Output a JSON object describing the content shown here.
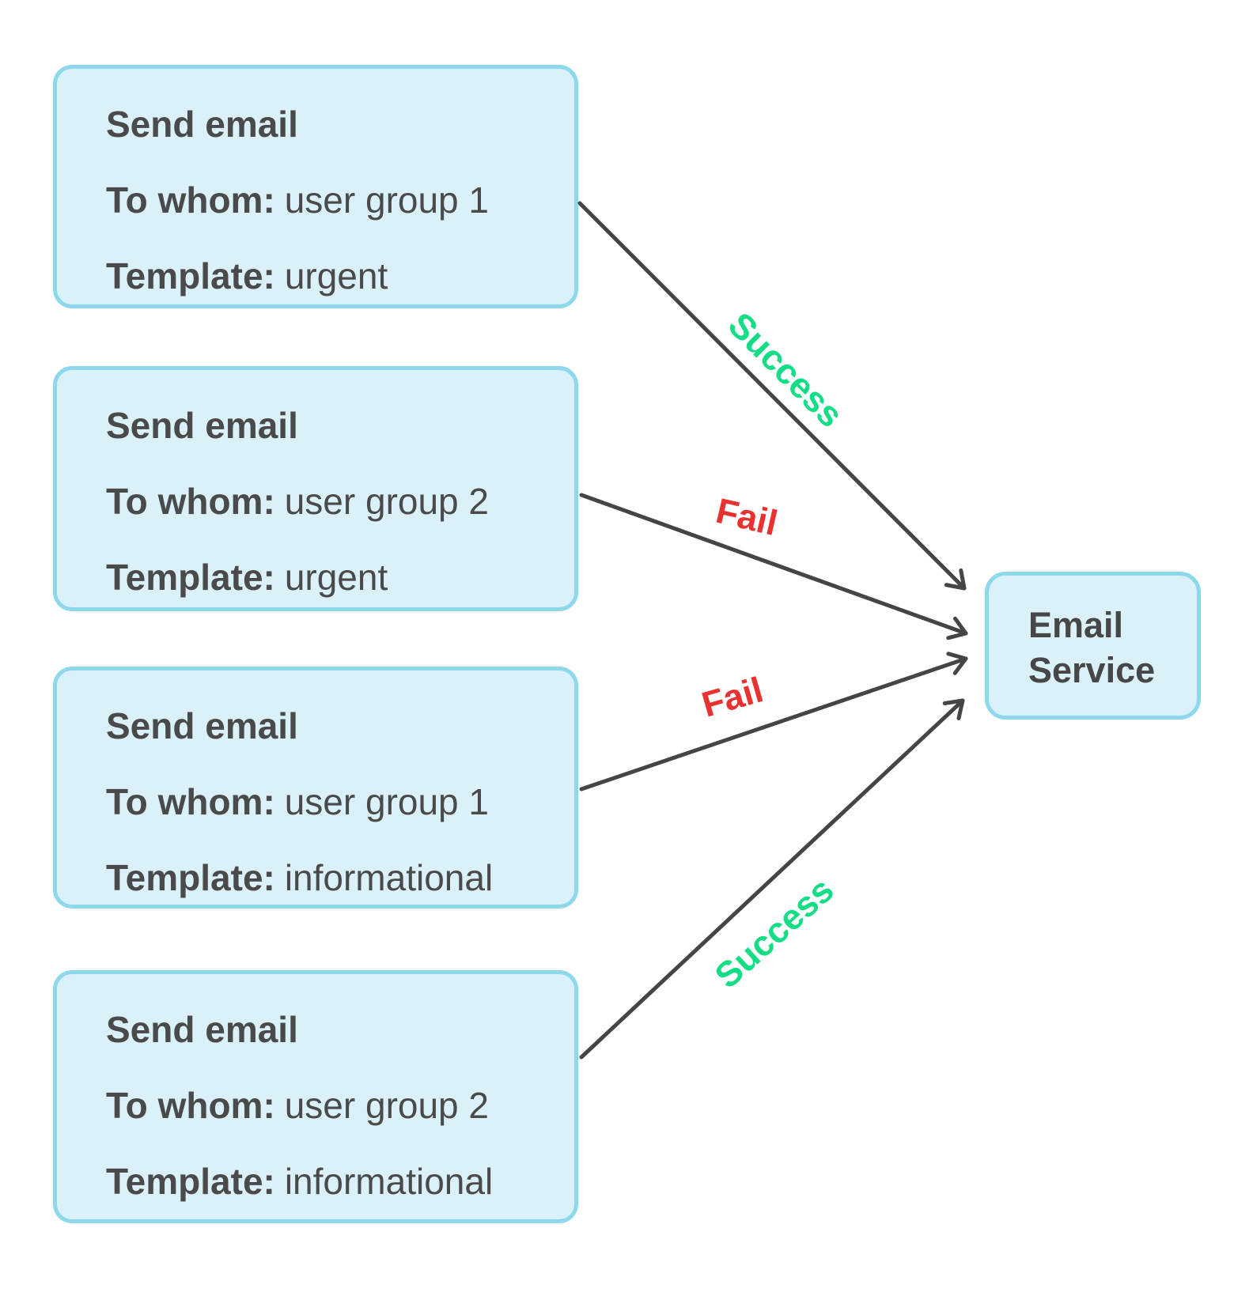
{
  "diagram": {
    "boxes": [
      {
        "title": "Send email",
        "to_label": "To whom:",
        "to_value": "user group 1",
        "template_label": "Template:",
        "template_value": "urgent"
      },
      {
        "title": "Send email",
        "to_label": "To whom:",
        "to_value": "user group 2",
        "template_label": "Template:",
        "template_value": "urgent"
      },
      {
        "title": "Send email",
        "to_label": "To whom:",
        "to_value": "user group 1",
        "template_label": "Template:",
        "template_value": "informational"
      },
      {
        "title": "Send email",
        "to_label": "To whom:",
        "to_value": "user group 2",
        "template_label": "Template:",
        "template_value": "informational"
      }
    ],
    "service": {
      "label": "Email Service"
    },
    "arrows": [
      {
        "label": "Success",
        "status": "success",
        "from_box": 1,
        "to": "Email Service"
      },
      {
        "label": "Fail",
        "status": "fail",
        "from_box": 2,
        "to": "Email Service"
      },
      {
        "label": "Fail",
        "status": "fail",
        "from_box": 3,
        "to": "Email Service"
      },
      {
        "label": "Success",
        "status": "success",
        "from_box": 4,
        "to": "Email Service"
      }
    ],
    "colors": {
      "success": "#15dd85",
      "fail": "#e93130",
      "box_fill": "#dbf1fa",
      "box_border": "#8dd8ec",
      "arrow": "#454545",
      "text": "#4a4a4a"
    }
  }
}
